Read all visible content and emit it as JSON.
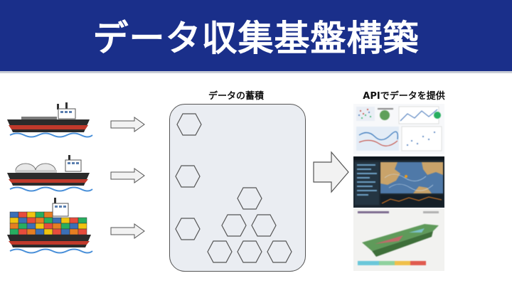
{
  "title": "データ収集基盤構築",
  "diagram": {
    "storage_label": "データの蓄積",
    "api_label": "APIでデータを提供"
  },
  "sources": [
    {
      "icon": "lng-tanker-ship-icon"
    },
    {
      "icon": "lng-carrier-ship-icon"
    },
    {
      "icon": "container-ship-icon"
    }
  ],
  "colors": {
    "banner": "#1a2f8a",
    "storage_fill": "#eaedf2",
    "arrow_fill": "#f2f2f2"
  }
}
